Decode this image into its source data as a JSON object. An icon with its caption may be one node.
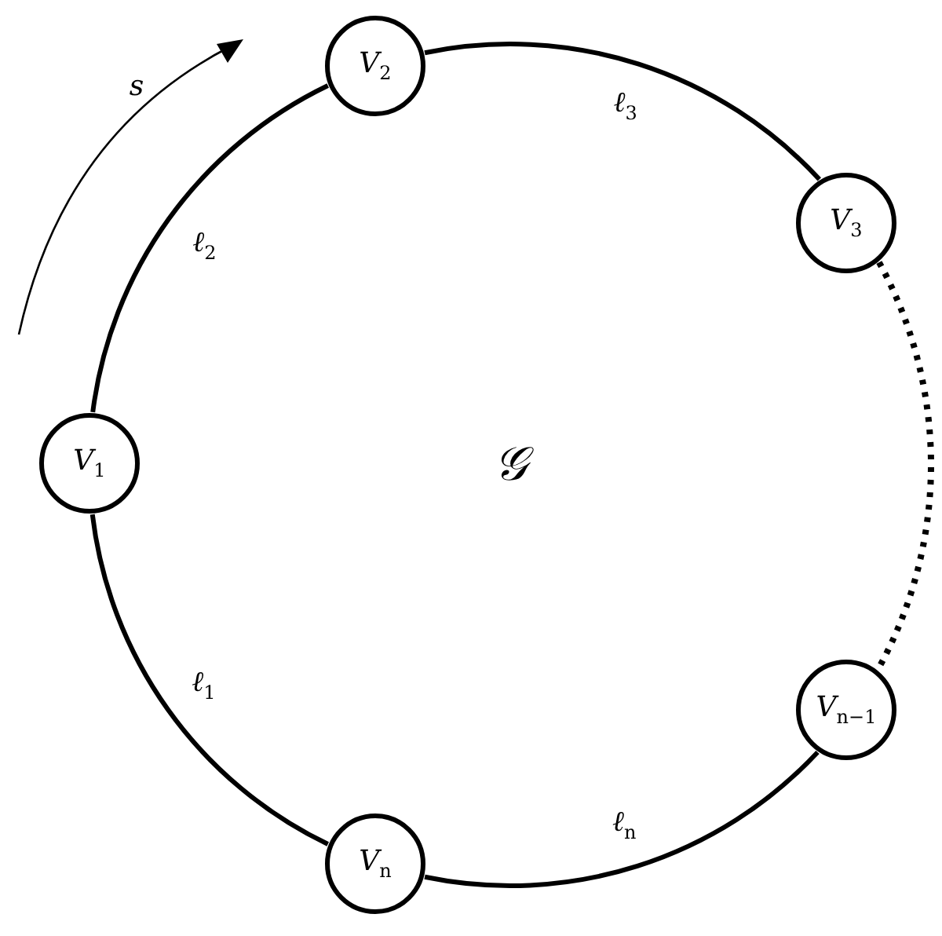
{
  "diagram": {
    "nodes": [
      {
        "text": [
          "V$_{1}$"
        ]
      },
      {
        "text": [
          "V$_{2}$"
        ]
      },
      {
        "text": [
          "V$_{3}$"
        ]
      },
      {
        "text": [
          "V$_{n−1}$"
        ]
      },
      {
        "text": [
          "V$_{n}$"
        ]
      }
    ],
    "edges": [
      {
        "from": 0,
        "to": 1,
        "arrow": "none",
        "label": "ℓ$_{2}$"
      },
      {
        "from": 1,
        "to": 2,
        "arrow": "none",
        "label": "ℓ$_{3}$"
      },
      {
        "from": 2,
        "to": 3,
        "arrow": "none",
        "style": "dashed"
      },
      {
        "from": 3,
        "to": 4,
        "arrow": "none",
        "label": "ℓ$_{n}$"
      },
      {
        "from": 4,
        "to": 0,
        "arrow": "none",
        "label": "ℓ$_{1}$"
      }
    ],
    "labels": [
      "s",
      "𝒢"
    ]
  }
}
